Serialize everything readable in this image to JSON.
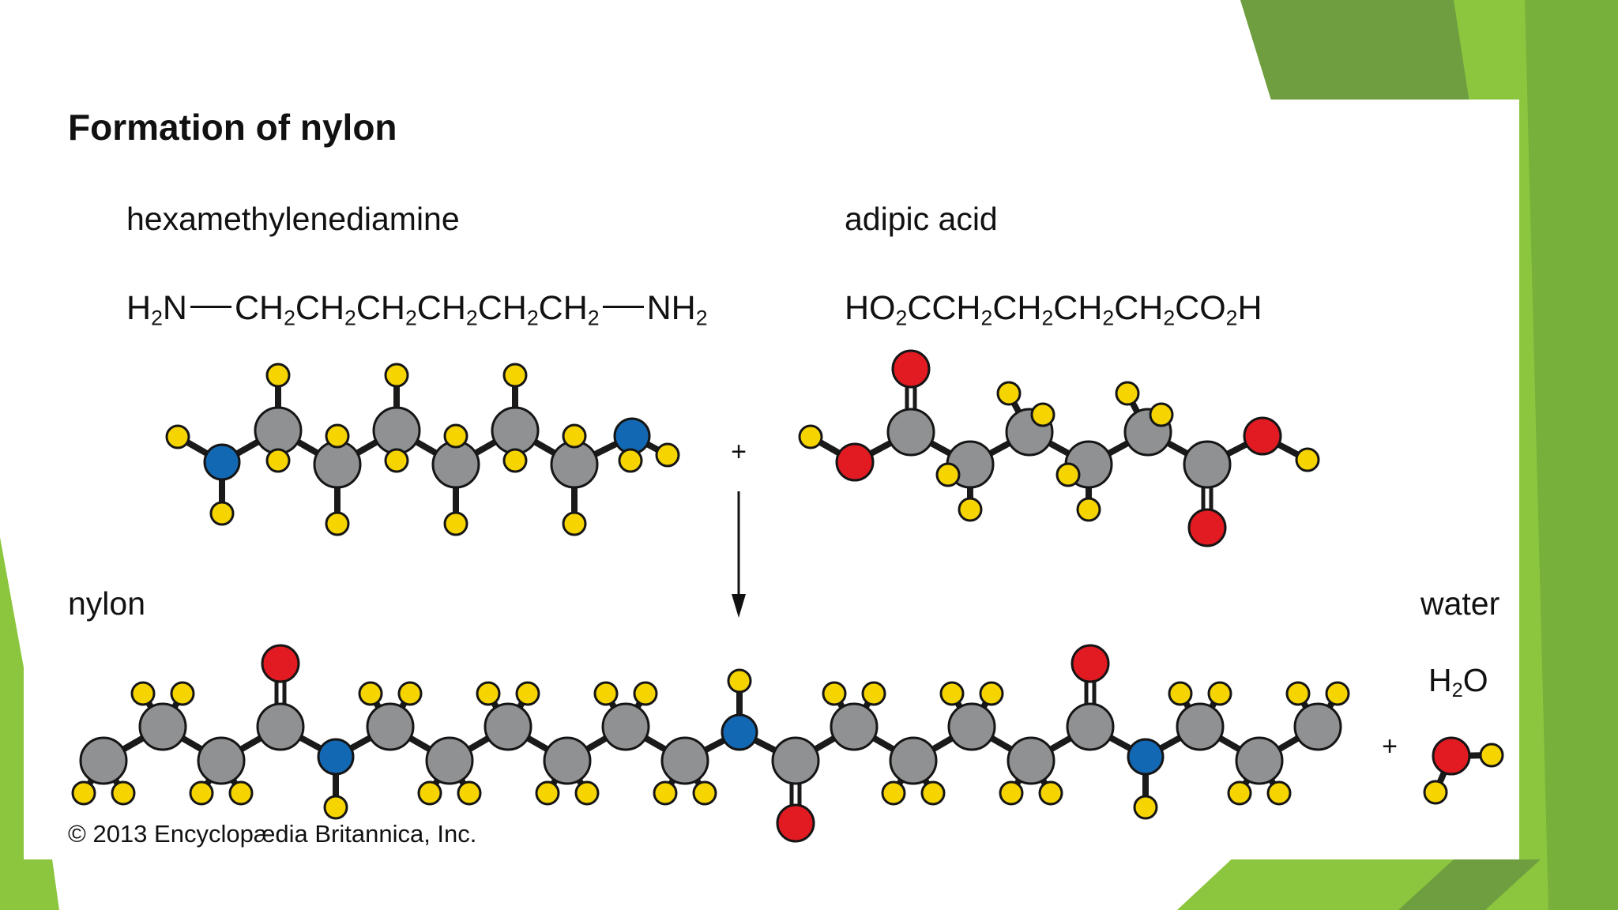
{
  "title": "Formation of nylon",
  "reactant1": {
    "name": "hexamethylenediamine",
    "formula_parts": [
      "H",
      "2",
      "N",
      "CH",
      "2",
      "CH",
      "2",
      "CH",
      "2",
      "CH",
      "2",
      "CH",
      "2",
      "CH",
      "2",
      "NH",
      "2"
    ]
  },
  "reactant2": {
    "name": "adipic acid",
    "formula_parts": [
      "HO",
      "2",
      "CCH",
      "2",
      "CH",
      "2",
      "CH",
      "2",
      "CH",
      "2",
      "CO",
      "2",
      "H"
    ]
  },
  "product": {
    "name": "nylon"
  },
  "byproduct": {
    "name": "water",
    "formula_parts": [
      "H",
      "2",
      "O"
    ]
  },
  "symbols": {
    "plus": "+"
  },
  "copyright": "© 2013 Encyclopædia Britannica, Inc.",
  "colors": {
    "carbon": "#8f9193",
    "hydrogen": "#f6d400",
    "nitrogen": "#1368b4",
    "oxygen": "#e21b23",
    "bond": "#1a1a1a",
    "background_green_light": "#8cc63f",
    "background_green_dark": "#6e9e3f"
  }
}
